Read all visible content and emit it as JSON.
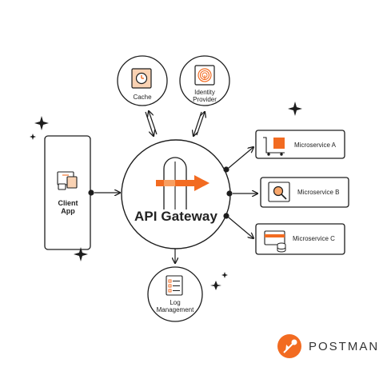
{
  "nodes": {
    "cache": {
      "label": "Cache"
    },
    "identity_provider": {
      "label_line1": "Identity",
      "label_line2": "Provider"
    },
    "client_app": {
      "label_line1": "Client",
      "label_line2": "App"
    },
    "api_gateway": {
      "label": "API Gateway"
    },
    "microservice_a": {
      "label": "Microservice A"
    },
    "microservice_b": {
      "label": "Microservice B"
    },
    "microservice_c": {
      "label": "Microservice C"
    },
    "log_management": {
      "label_line1": "Log",
      "label_line2": "Management"
    }
  },
  "brand": {
    "name": "POSTMAN"
  },
  "colors": {
    "accent": "#f26b21",
    "accent_light": "#f9a76b",
    "stroke": "#1d1d1d",
    "background": "#ffffff"
  },
  "icons": [
    "stopwatch-icon",
    "fingerprint-icon",
    "devices-icon",
    "gateway-arch-icon",
    "cart-icon",
    "magnifier-icon",
    "card-database-icon",
    "checklist-icon",
    "postman-logo-icon",
    "sparkle-icon"
  ]
}
